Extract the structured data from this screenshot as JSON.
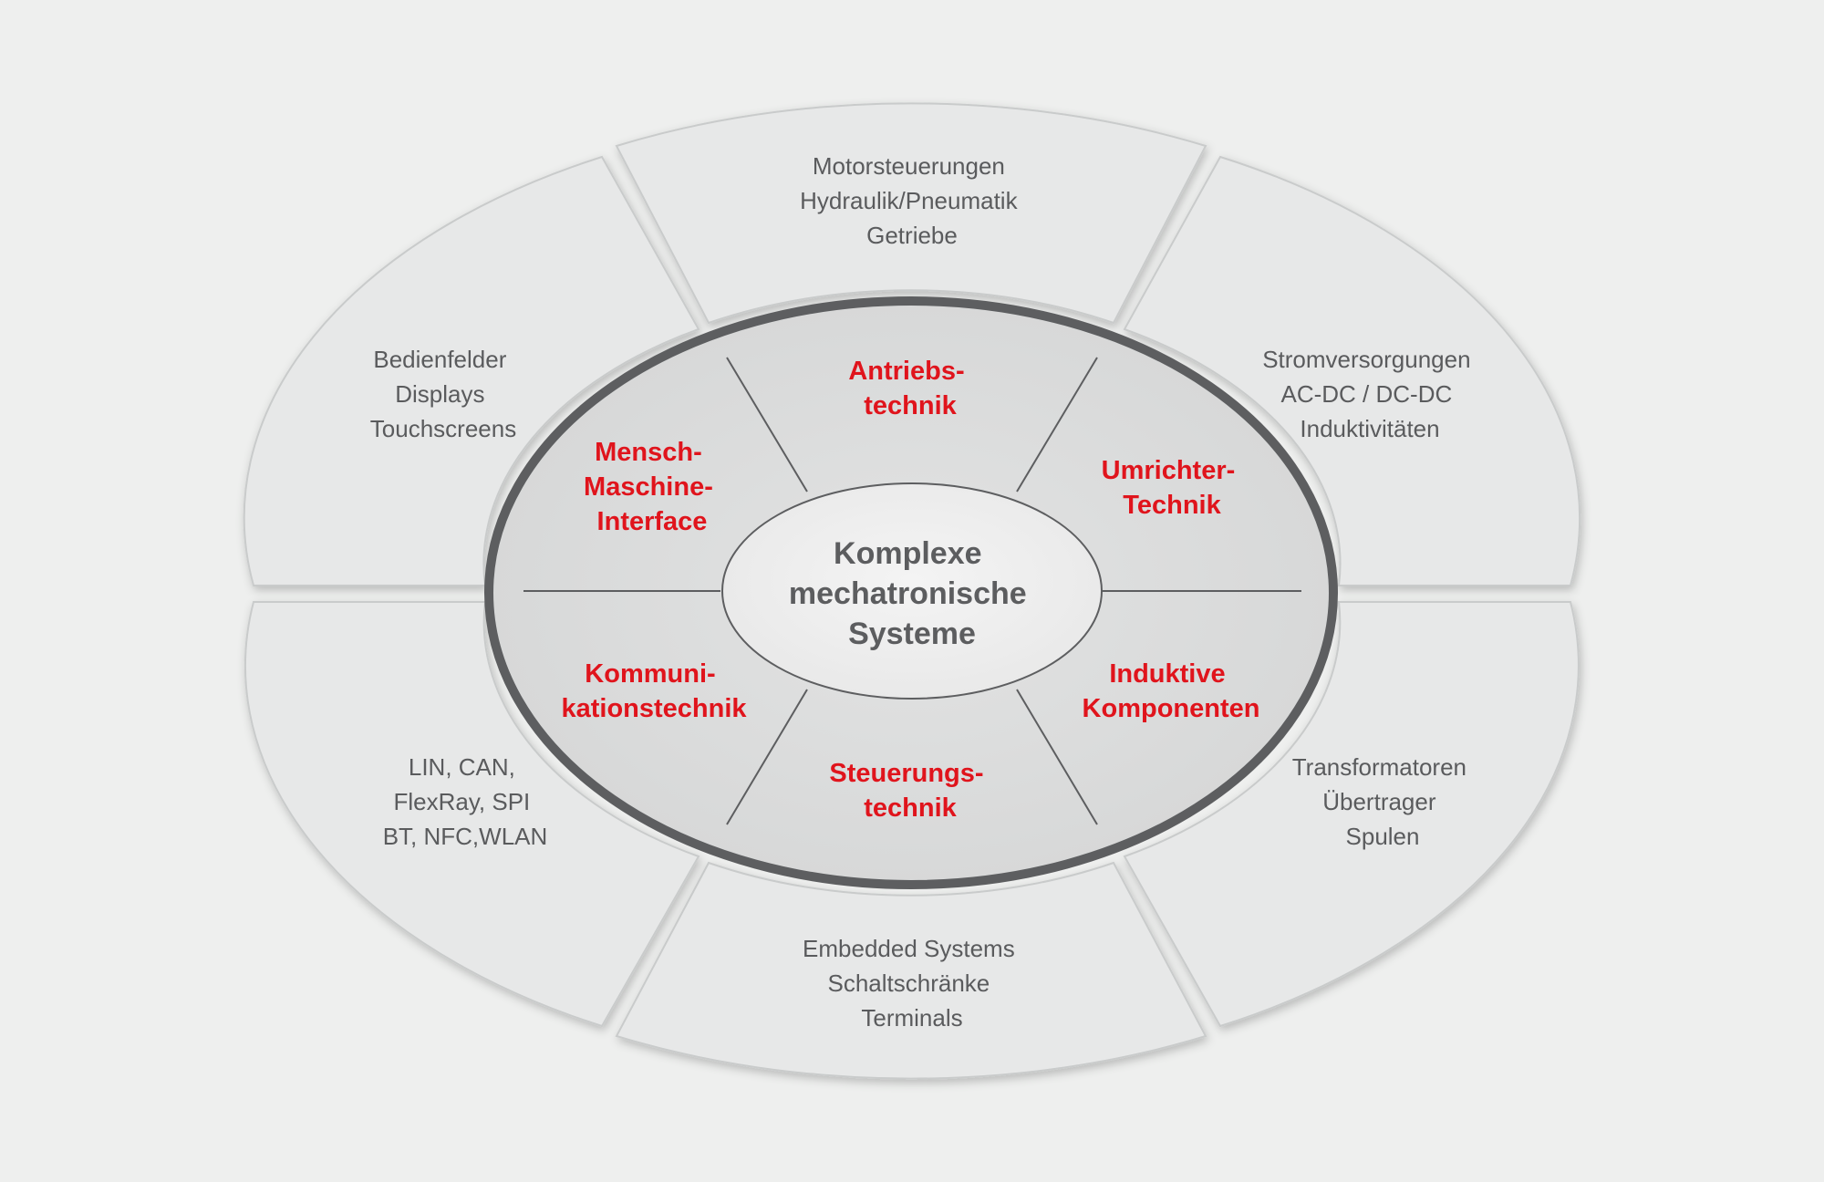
{
  "center": {
    "lines": [
      "Komplexe",
      "mechatronische",
      "Systeme"
    ]
  },
  "inner": [
    {
      "id": "antriebs",
      "lines": [
        "Antriebs-",
        "technik"
      ]
    },
    {
      "id": "umrichter",
      "lines": [
        "Umrichter-",
        "Technik"
      ]
    },
    {
      "id": "induktive",
      "lines": [
        "Induktive",
        "Komponenten"
      ]
    },
    {
      "id": "steuerung",
      "lines": [
        "Steuerungs-",
        "technik"
      ]
    },
    {
      "id": "kommunikation",
      "lines": [
        "Kommuni-",
        "kationstechnik"
      ]
    },
    {
      "id": "mensch",
      "lines": [
        "Mensch-",
        "Maschine-",
        "Interface"
      ]
    }
  ],
  "outer": [
    {
      "id": "antriebs",
      "lines": [
        "Motorsteuerungen",
        "Hydraulik/Pneumatik",
        "Getriebe"
      ]
    },
    {
      "id": "umrichter",
      "lines": [
        "Stromversorgungen",
        "AC-DC / DC-DC",
        "Induktivitäten"
      ]
    },
    {
      "id": "induktive",
      "lines": [
        "Transformatoren",
        "Übertrager",
        "Spulen"
      ]
    },
    {
      "id": "steuerung",
      "lines": [
        "Embedded Systems",
        "Schaltschränke",
        "Terminals"
      ]
    },
    {
      "id": "kommunikation",
      "lines": [
        "LIN, CAN,",
        "FlexRay, SPI",
        "BT, NFC,WLAN"
      ]
    },
    {
      "id": "mensch",
      "lines": [
        "Bedienfelder",
        "Displays",
        "Touchscreens"
      ]
    }
  ],
  "colors": {
    "background": "#eeefee",
    "segment_fill": "#e7e8e8",
    "inner_fill": "#dcdddd",
    "ring": "#5d5e60",
    "center_fill": "#efefef",
    "accent_red": "#e0141c",
    "text_gray": "#5a5b5d"
  }
}
